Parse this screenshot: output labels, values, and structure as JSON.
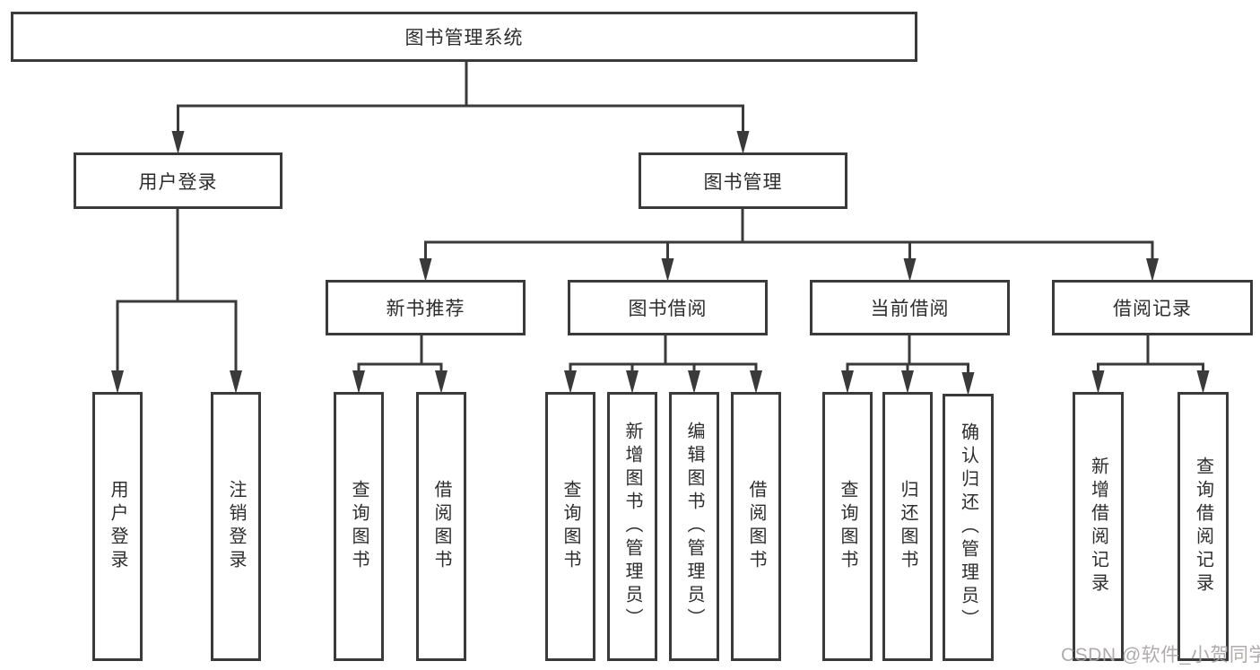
{
  "diagram": {
    "watermark": "CSDN @软件_小贺同学",
    "colors": {
      "line": "#3a3a3a",
      "box_border": "#3a3a3a",
      "text": "#2d2d2d",
      "background": "#ffffff",
      "watermark": "#a8a4a4"
    },
    "nodes": [
      {
        "id": "root",
        "label": "图书管理系统",
        "parent": null,
        "orientation": "horizontal"
      },
      {
        "id": "user-login",
        "label": "用户登录",
        "parent": "root",
        "orientation": "horizontal"
      },
      {
        "id": "book-mgmt",
        "label": "图书管理",
        "parent": "root",
        "orientation": "horizontal"
      },
      {
        "id": "new-book-rec",
        "label": "新书推荐",
        "parent": "book-mgmt",
        "orientation": "horizontal"
      },
      {
        "id": "book-borrow",
        "label": "图书借阅",
        "parent": "book-mgmt",
        "orientation": "horizontal"
      },
      {
        "id": "current-borrow",
        "label": "当前借阅",
        "parent": "book-mgmt",
        "orientation": "horizontal"
      },
      {
        "id": "borrow-records",
        "label": "借阅记录",
        "parent": "book-mgmt",
        "orientation": "horizontal"
      },
      {
        "id": "leaf-user-login",
        "label": "用户登录",
        "parent": "user-login",
        "orientation": "vertical"
      },
      {
        "id": "leaf-logout",
        "label": "注销登录",
        "parent": "user-login",
        "orientation": "vertical"
      },
      {
        "id": "leaf-nb-query",
        "label": "查询图书",
        "parent": "new-book-rec",
        "orientation": "vertical"
      },
      {
        "id": "leaf-nb-borrow",
        "label": "借阅图书",
        "parent": "new-book-rec",
        "orientation": "vertical"
      },
      {
        "id": "leaf-bb-query",
        "label": "查询图书",
        "parent": "book-borrow",
        "orientation": "vertical"
      },
      {
        "id": "leaf-bb-add",
        "label": "新增图书（管理员）",
        "parent": "book-borrow",
        "orientation": "vertical"
      },
      {
        "id": "leaf-bb-edit",
        "label": "编辑图书（管理员）",
        "parent": "book-borrow",
        "orientation": "vertical"
      },
      {
        "id": "leaf-bb-borrow",
        "label": "借阅图书",
        "parent": "book-borrow",
        "orientation": "vertical"
      },
      {
        "id": "leaf-cb-query",
        "label": "查询图书",
        "parent": "current-borrow",
        "orientation": "vertical"
      },
      {
        "id": "leaf-cb-return",
        "label": "归还图书",
        "parent": "current-borrow",
        "orientation": "vertical"
      },
      {
        "id": "leaf-cb-confirm",
        "label": "确认归还（管理员）",
        "parent": "current-borrow",
        "orientation": "vertical"
      },
      {
        "id": "leaf-br-add",
        "label": "新增借阅记录",
        "parent": "borrow-records",
        "orientation": "vertical"
      },
      {
        "id": "leaf-br-query",
        "label": "查询借阅记录",
        "parent": "borrow-records",
        "orientation": "vertical"
      }
    ]
  }
}
